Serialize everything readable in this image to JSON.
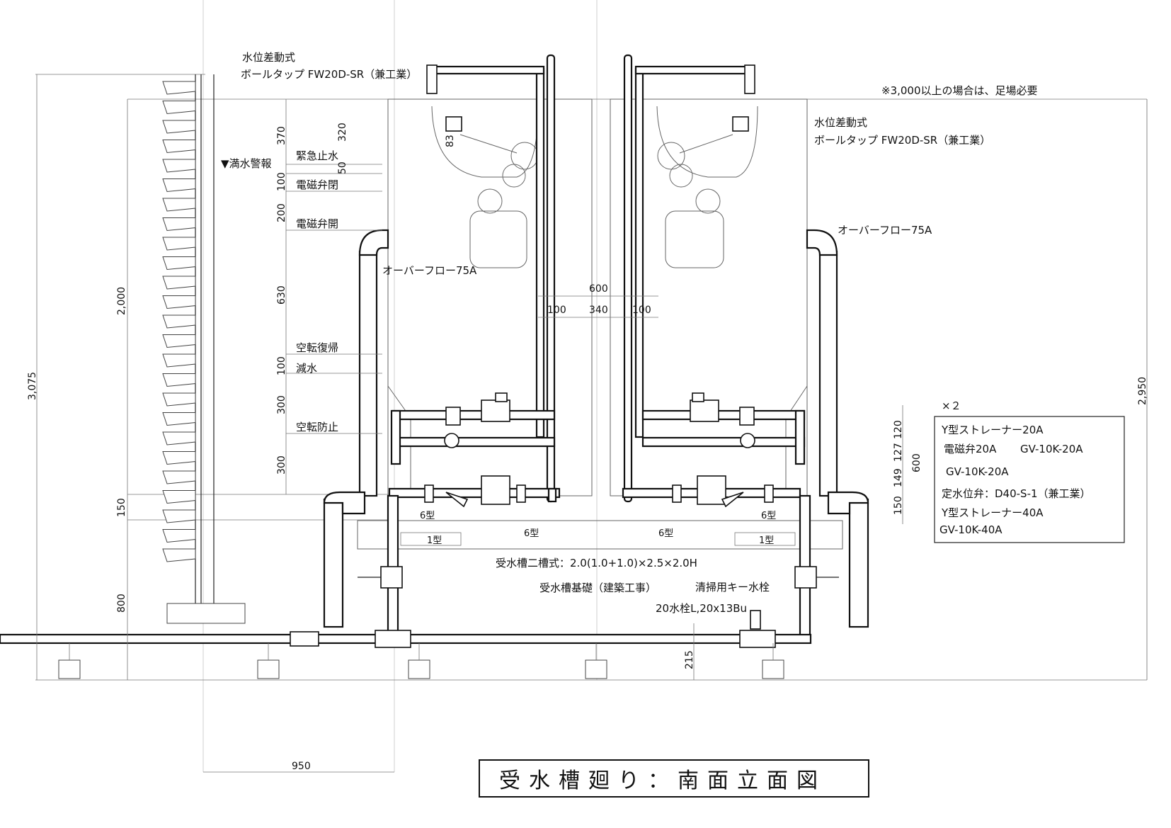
{
  "labels": {
    "ball_tap_left_1": "水位差動式",
    "ball_tap_left_2": "ボールタップ FW20D-SR（兼工業）",
    "ball_tap_right_1": "水位差動式",
    "ball_tap_right_2": "ボールタップ FW20D-SR（兼工業）",
    "scaffold_note": "※3,000以上の場合は、足場必要",
    "full_water_alarm": "▼満水警報",
    "emergency_stop": "緊急止水",
    "solenoid_close": "電磁弁閉",
    "solenoid_open": "電磁弁開",
    "overflow_left": "オーバーフロー75A",
    "overflow_right": "オーバーフロー75A",
    "idle_reset": "空転復帰",
    "water_reduce": "減水",
    "idle_prevent": "空転防止",
    "times_two": "×２",
    "tank_spec": "受水槽二槽式：2.0(1.0+1.0)×2.5×2.0H",
    "foundation": "受水槽基礎（建築工事）",
    "cleaning_tap": "清掃用キー水栓",
    "tap_spec": "20水栓L,20x13Bu",
    "type6_a": "6型",
    "type6_b": "6型",
    "type6_c": "6型",
    "type6_d": "6型",
    "type1_a": "1型",
    "type1_b": "1型"
  },
  "spec_box": {
    "line1": "Y型ストレーナー20A",
    "line2a": "電磁弁20A",
    "line2b": "GV-10K-20A",
    "line3": "GV-10K-20A",
    "line4": "定水位弁：D40-S-1（兼工業）",
    "line5": "Y型ストレーナー40A",
    "line6": "GV-10K-40A"
  },
  "dimensions": {
    "d370": "370",
    "d320": "320",
    "d83": "83",
    "d50": "50",
    "d100a": "100",
    "d200": "200",
    "d630": "630",
    "d100b": "100",
    "d300a": "300",
    "d300b": "300",
    "d150": "150",
    "d2000": "2,000",
    "d3075": "3,075",
    "d800": "800",
    "d600a": "600",
    "d100c": "100",
    "d340": "340",
    "d100d": "100",
    "d2950": "2,950",
    "d120": "120",
    "d127": "127",
    "d149": "149",
    "d150b": "150",
    "d600b": "600",
    "d215": "215",
    "d950": "950"
  },
  "title": "受水槽廻り：南面立面図"
}
